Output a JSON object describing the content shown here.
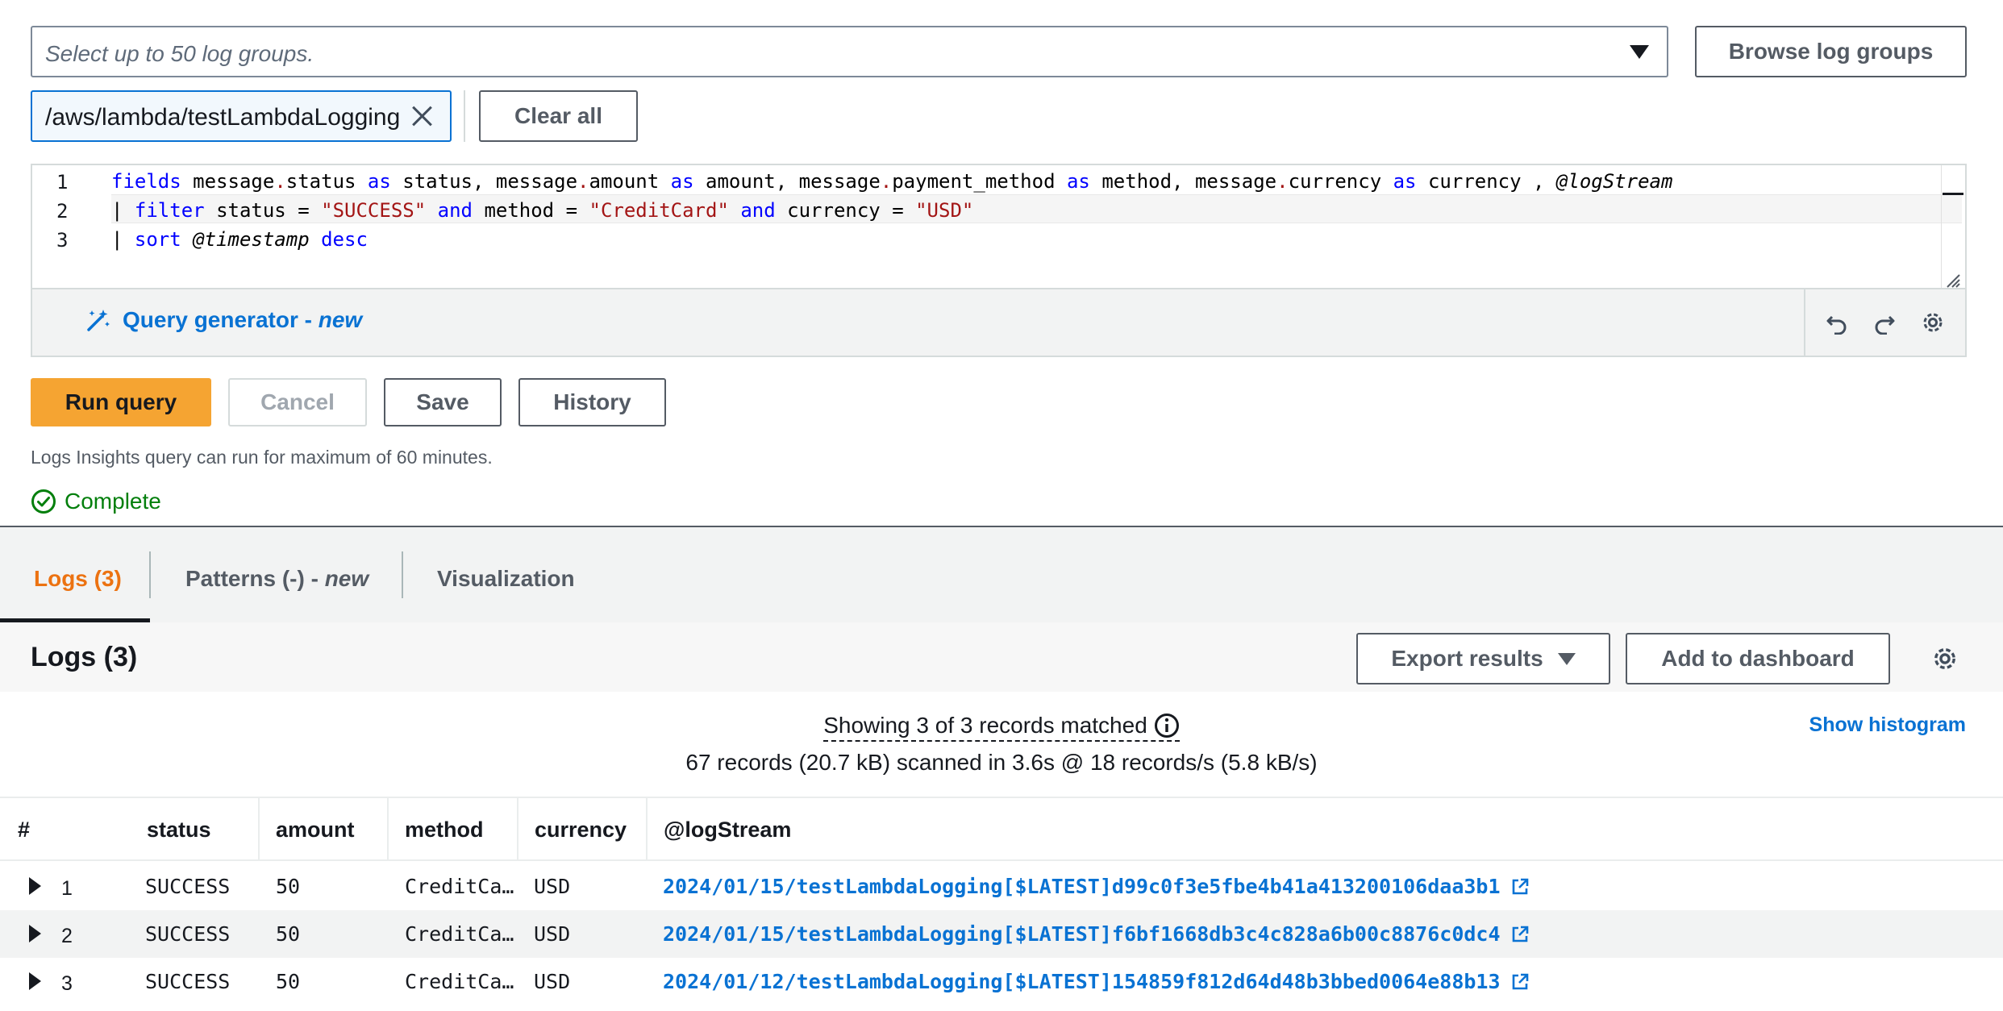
{
  "log_group_select": {
    "placeholder": "Select up to 50 log groups.",
    "browse_label": "Browse log groups",
    "selected": [
      "/aws/lambda/testLambdaLogging"
    ],
    "clear_all_label": "Clear all"
  },
  "editor": {
    "line_numbers": [
      "1",
      "2",
      "3"
    ],
    "lines": [
      "fields message.status as status, message.amount as amount, message.payment_method as method, message.currency as currency , @logStream",
      "| filter status = \"SUCCESS\" and method = \"CreditCard\" and currency = \"USD\"",
      "| sort @timestamp desc"
    ],
    "query_generator_label": "Query generator - ",
    "query_generator_badge": "new",
    "tools": [
      "undo-icon",
      "redo-icon",
      "settings-icon"
    ]
  },
  "actions": {
    "run": "Run query",
    "cancel": "Cancel",
    "save": "Save",
    "history": "History"
  },
  "hint": "Logs Insights query can run for maximum of 60 minutes.",
  "status": "Complete",
  "tabs": [
    {
      "label": "Logs (3)",
      "suffix": "",
      "active": true
    },
    {
      "label": "Patterns (-) - ",
      "suffix": "new",
      "active": false
    },
    {
      "label": "Visualization",
      "suffix": "",
      "active": false
    }
  ],
  "results": {
    "title": "Logs (3)",
    "export_label": "Export results",
    "dashboard_label": "Add to dashboard",
    "showing": "Showing 3 of 3 records matched",
    "scanned": "67 records (20.7 kB) scanned in 3.6s @ 18 records/s (5.8 kB/s)",
    "show_histogram": "Show histogram",
    "columns": [
      "#",
      "status",
      "amount",
      "method",
      "currency",
      "@logStream"
    ],
    "rows": [
      {
        "n": "1",
        "status": "SUCCESS",
        "amount": "50",
        "method": "CreditCa…",
        "currency": "USD",
        "logStream": "2024/01/15/testLambdaLogging[$LATEST]d99c0f3e5fbe4b41a413200106daa3b1"
      },
      {
        "n": "2",
        "status": "SUCCESS",
        "amount": "50",
        "method": "CreditCa…",
        "currency": "USD",
        "logStream": "2024/01/15/testLambdaLogging[$LATEST]f6bf1668db3c4c828a6b00c8876c0dc4"
      },
      {
        "n": "3",
        "status": "SUCCESS",
        "amount": "50",
        "method": "CreditCa…",
        "currency": "USD",
        "logStream": "2024/01/12/testLambdaLogging[$LATEST]154859f812d64d48b3bbed0064e88b13"
      }
    ]
  },
  "colors": {
    "primary": "#f5a432",
    "link": "#0972d3",
    "active_tab": "#ec7211",
    "success": "#037f0c"
  }
}
